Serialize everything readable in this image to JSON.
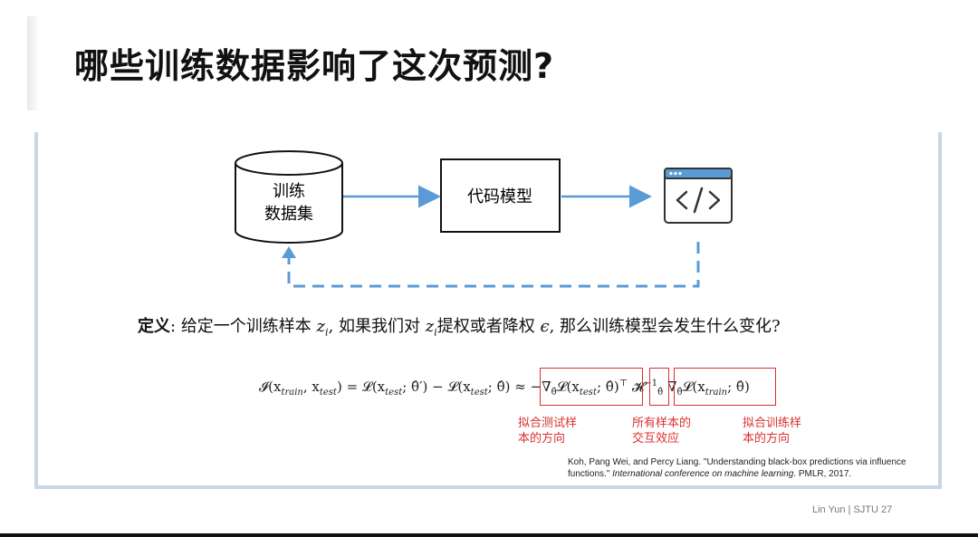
{
  "title": "哪些训练数据影响了这次预测?",
  "diagram": {
    "dataset_line1": "训练",
    "dataset_line2": "数据集",
    "model_label": "代码模型",
    "output_icon": "code-window-icon"
  },
  "definition": {
    "label": "定义",
    "colon": ":",
    "text_a": "给定一个训练样本 ",
    "var_z1": "z",
    "sub_i1": "i",
    "text_b": ", 如果我们对 ",
    "var_z2": "z",
    "sub_i2": "i",
    "text_c": "提权或者降权 ",
    "var_eps": "ϵ",
    "text_d": ", 那么训练模型会发生什么变化?"
  },
  "formula": {
    "lhs": "𝓘(x",
    "lhs_sub1": "train",
    "lhs_mid": ", x",
    "lhs_sub2": "test",
    "lhs_end": ") = 𝓛(x",
    "t1_sub": "test",
    "t1_end": "; θ̂′) − 𝓛(x",
    "t2_sub": "test",
    "t2_end": "; θ̂) ≈ ",
    "box1": "−∇",
    "box1_sub": "θ̂",
    "box1_mid": "𝓛(x",
    "box1_sub2": "test",
    "box1_end": "; θ̂)",
    "box1_sup": "⊤",
    "box2": "𝓗",
    "box2_sup": "−1",
    "box2_sub": "θ̂",
    "box3": "∇",
    "box3_sub": "θ̂",
    "box3_mid": "𝓛(x",
    "box3_sub2": "train",
    "box3_end": "; θ̂)"
  },
  "annotations": {
    "a1": "拟合测试样\n本的方向",
    "a2": "所有样本的\n交互效应",
    "a3": "拟合训练样\n本的方向"
  },
  "citation": {
    "part1": "Koh, Pang Wei, and Percy Liang. \"Understanding black-box predictions via influence functions.\" ",
    "venue": "International conference on machine learning",
    "part2": ". PMLR, 2017."
  },
  "footer": "Lin Yun | SJTU 27",
  "colors": {
    "arrow": "#5b9bd5",
    "annotation": "#d93030",
    "frame": "#c9d6e6"
  }
}
